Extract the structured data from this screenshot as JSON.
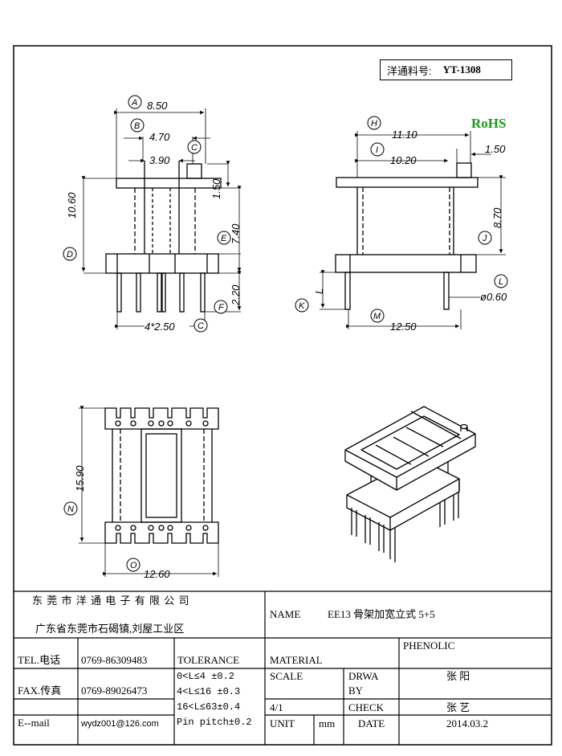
{
  "part_box": {
    "label": "洋通料号:",
    "value": "YT-1308"
  },
  "rohs": "RoHS",
  "dims": {
    "A": "8.50",
    "B": "4.70",
    "C_top": "3.90",
    "D": "10.60",
    "E1": "1.50",
    "E2": "7.40",
    "F": "2.20",
    "pitch": "4*2.50",
    "H": "11.10",
    "I": "10.20",
    "flange": "1.50",
    "J": "8.70",
    "K": "L",
    "pin": "ø0.60",
    "M": "12.50",
    "N": "15.90",
    "O": "12.60"
  },
  "circle_labels": [
    "A",
    "B",
    "C",
    "D",
    "E",
    "F",
    "C",
    "H",
    "I",
    "J",
    "K",
    "L",
    "M",
    "N",
    "O"
  ],
  "title_block": {
    "company": "东 莞 市 洋 通 电 子 有 限 公 司",
    "address": "广东省东莞市石碣镇,刘屋工业区",
    "name_label": "NAME",
    "name_value": "EE13 骨架加宽立式 5+5",
    "tel_label": "TEL.电话",
    "tel_value": "0769-86309483",
    "fax_label": "FAX.传真",
    "fax_value": "0769-89026473",
    "email_label": "E--mail",
    "email_value": "wydz001@126.com",
    "tolerance_label": "TOLERANCE",
    "tol1": "0<L≤4   ±0.2",
    "tol2": "4<L≤16  ±0.3",
    "tol3": "16<L≤63±0.4",
    "tol4": "Pin pitch±0.2",
    "material_label": "MATERIAL",
    "material_value": "PHENOLIC",
    "scale_label": "SCALE",
    "scale_value": "4/1",
    "drawn_label1": "DRWA",
    "drawn_label2": "BY",
    "drawn_value": "张 阳",
    "check_label": "CHECK",
    "check_value": "张 艺",
    "unit_label": "UNIT",
    "unit_value": "mm",
    "date_label": "DATE",
    "date_value": "2014.03.2"
  }
}
